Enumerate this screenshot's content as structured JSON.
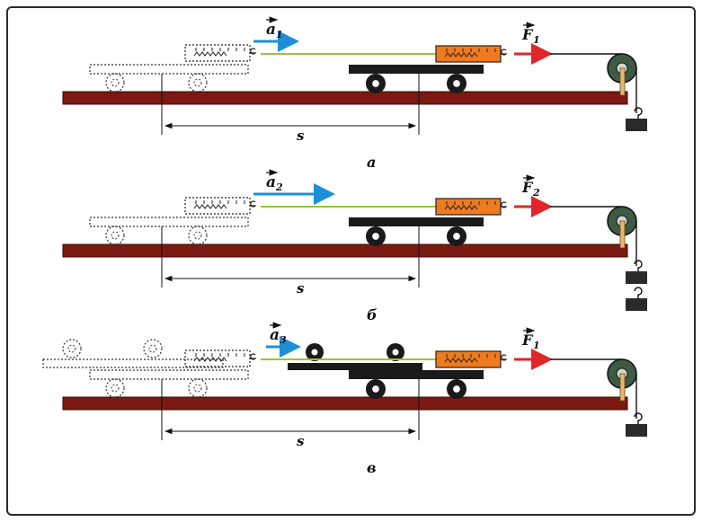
{
  "panels": [
    {
      "id": "a",
      "label": "а",
      "accel_symbol": "a",
      "accel_subscript": "1",
      "force_symbol": "F",
      "force_subscript": "1",
      "distance_label": "s",
      "weights": 1,
      "extra_wheels_on_top": false
    },
    {
      "id": "b",
      "label": "б",
      "accel_symbol": "a",
      "accel_subscript": "2",
      "force_symbol": "F",
      "force_subscript": "2",
      "distance_label": "s",
      "weights": 2,
      "extra_wheels_on_top": false
    },
    {
      "id": "v",
      "label": "в",
      "accel_symbol": "a",
      "accel_subscript": "3",
      "force_symbol": "F",
      "force_subscript": "1",
      "distance_label": "s",
      "weights": 1,
      "extra_wheels_on_top": true
    }
  ],
  "colors": {
    "track": "#7a1a12",
    "cart": "#1a1a1a",
    "accel_arrow": "#1e8fd6",
    "force_arrow": "#e0262a",
    "thread": "#9bc62f",
    "dynamometer": "#f07a1e",
    "weight": "#2a2a2a"
  }
}
